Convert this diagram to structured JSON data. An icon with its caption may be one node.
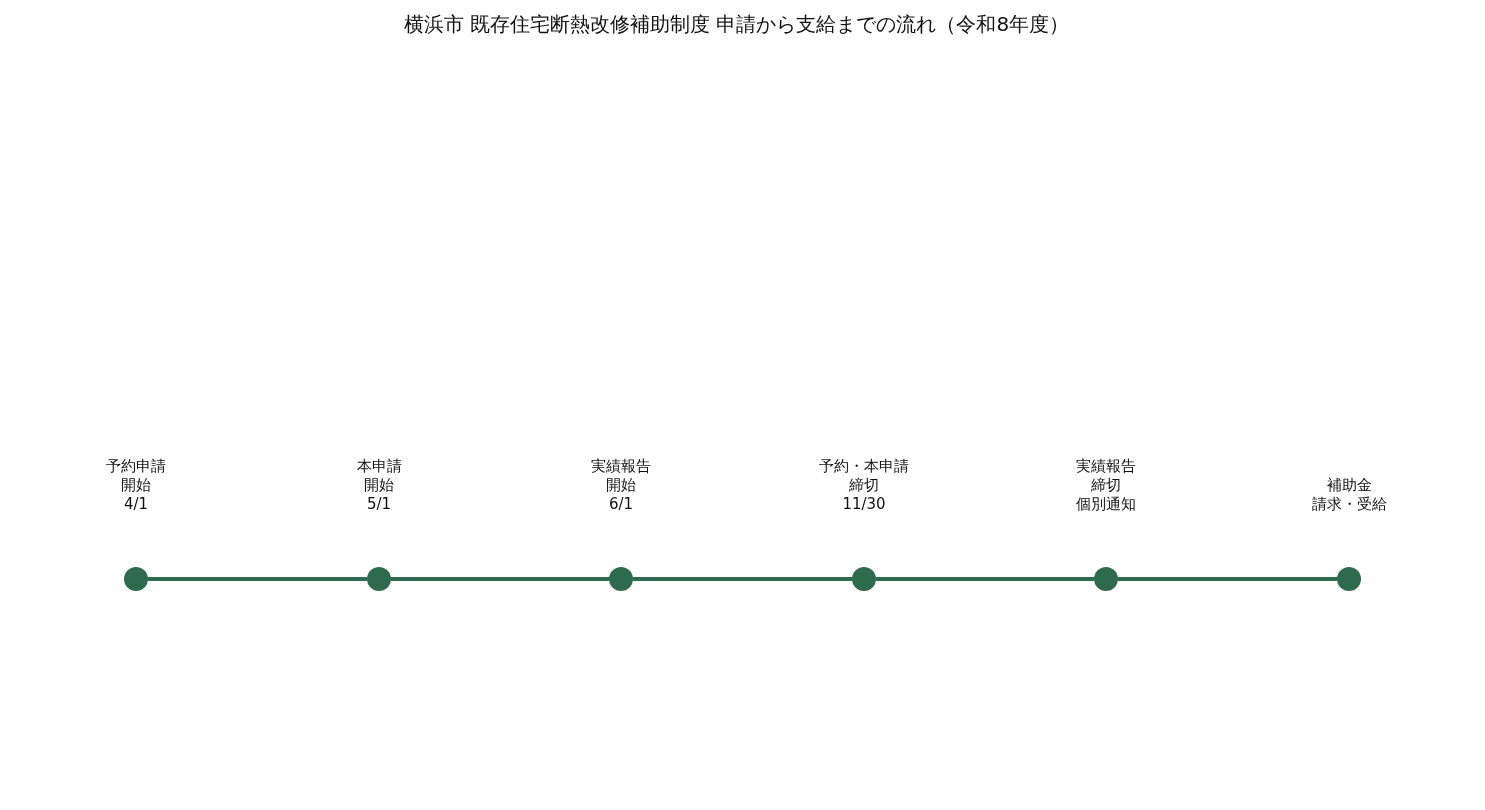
{
  "diagram": {
    "title": "横浜市 既存住宅断熱改修補助制度 申請から支給までの流れ（令和8年度）",
    "nodes": [
      {
        "text": [],
        "shape": "circle",
        "beside": [
          "予約申請開始",
          "4/1"
        ]
      },
      {
        "text": [],
        "shape": "circle",
        "beside": [
          "本申請開始",
          "5/1"
        ]
      },
      {
        "text": [],
        "shape": "circle",
        "beside": [
          "実績報告開始",
          "6/1"
        ]
      },
      {
        "text": [],
        "shape": "circle",
        "beside": [
          "予約・本申請締切",
          "11/30"
        ]
      },
      {
        "text": [],
        "shape": "circle",
        "beside": [
          "実績報告締切",
          "個別通知"
        ]
      },
      {
        "text": [],
        "shape": "circle",
        "beside": [
          "補助金",
          "請求・受給"
        ]
      }
    ],
    "edges": [
      {
        "from": 0,
        "to": 1,
        "arrow": "none"
      },
      {
        "from": 1,
        "to": 2,
        "arrow": "none"
      },
      {
        "from": 2,
        "to": 3,
        "arrow": "none"
      },
      {
        "from": 3,
        "to": 4,
        "arrow": "none"
      },
      {
        "from": 4,
        "to": 5,
        "arrow": "none"
      }
    ]
  }
}
